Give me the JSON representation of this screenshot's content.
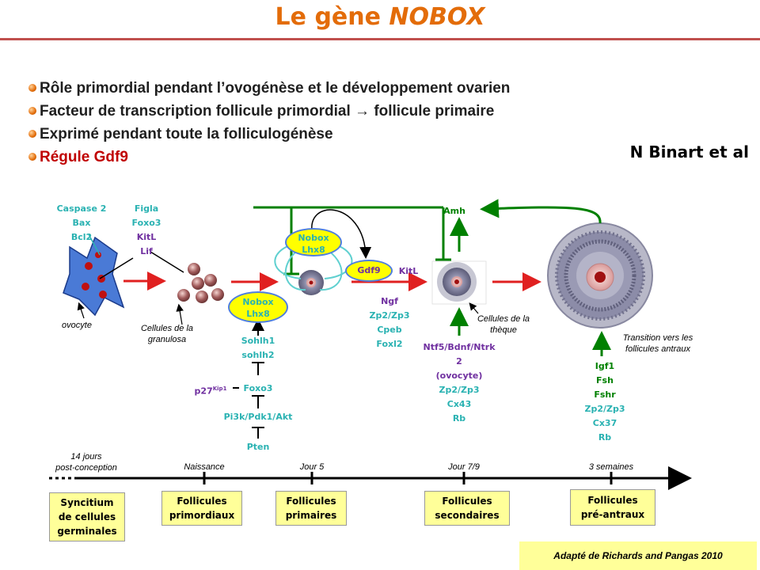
{
  "title": {
    "prefix": "Le gène",
    "emph": "NOBOX"
  },
  "bullets": [
    "Rôle primordial pendant l’ovogénèse et le développement ovarien",
    "Facteur de transcription follicule primordial",
    "follicule primaire",
    "Exprimé pendant toute la folliculogénèse",
    "Régule Gdf9"
  ],
  "author": "N Binart et al",
  "genes": {
    "caspase": [
      "Caspase 2",
      "Bax",
      "Bcl2"
    ],
    "figla": [
      "Figla",
      "Foxo3"
    ],
    "kitl_lif": [
      "KitL",
      "Lif"
    ],
    "nobox_top": [
      "Nobox",
      "Lhx8"
    ],
    "nobox_bottom": [
      "Nobox",
      "Lhx8"
    ],
    "gdf9": "Gdf9",
    "kitl2": "KitL",
    "amh": "Amh",
    "sohlh": [
      "Sohlh1",
      "sohlh2"
    ],
    "p27": "p27",
    "p27_sup": "Kip1",
    "foxo3b": "Foxo3",
    "pi3k": "Pi3k/Pdk1/Akt",
    "pten": "Pten",
    "ngf_list": [
      "Ngf",
      "Zp2/Zp3",
      "Cpeb",
      "Foxl2"
    ],
    "ntf_list": [
      "Ntf5/Bdnf/Ntrk",
      "2",
      "(ovocyte)"
    ],
    "ntf_list2": [
      "Zp2/Zp3",
      "Cx43",
      "Rb"
    ],
    "igf_list": [
      "Igf1",
      "Fsh",
      "Fshr"
    ],
    "igf_list2": [
      "Zp2/Zp3",
      "Cx37",
      "Rb"
    ]
  },
  "captions": {
    "ovocyte": "ovocyte",
    "granulosa": [
      "Cellules de la",
      "granulosa"
    ],
    "theque": [
      "Cellules de la",
      "thèque"
    ],
    "transition": [
      "Transition vers les",
      "follicules antraux"
    ]
  },
  "timeline": {
    "marks": [
      {
        "label": [
          "14 jours",
          "post-conception"
        ]
      },
      {
        "label": [
          "Naissance"
        ]
      },
      {
        "label": [
          "Jour 5"
        ]
      },
      {
        "label": [
          "Jour 7/9"
        ]
      },
      {
        "label": [
          "3 semaines"
        ]
      }
    ],
    "stages": [
      [
        "Syncitium",
        "de cellules",
        "germinales"
      ],
      [
        "Follicules",
        "primordiaux"
      ],
      [
        "Follicules",
        "primaires"
      ],
      [
        "Follicules",
        "secondaires"
      ],
      [
        "Follicules",
        "pré-antraux"
      ]
    ]
  },
  "source": "Adapté de Richards and Pangas 2010",
  "colors": {
    "title": "#e36c09",
    "rule": "#c0504d",
    "cyan": "#2ab2b2",
    "purple": "#7030a0",
    "green": "#008000",
    "red": "#e02020",
    "stage": "#ffff99"
  }
}
